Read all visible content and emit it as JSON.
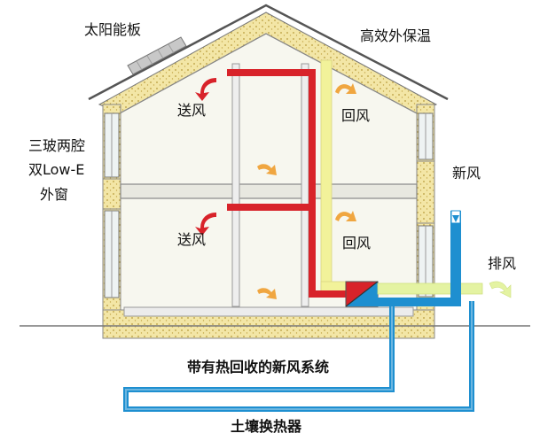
{
  "labels": {
    "solar_panel": "太阳能板",
    "insulation": "高效外保温",
    "window_line1": "三玻两腔",
    "window_line2": "双Low-E",
    "window_line3": "外窗",
    "supply_upper": "送风",
    "return_upper": "回风",
    "supply_lower": "送风",
    "return_lower": "回风",
    "fresh_air": "新风",
    "exhaust": "排风",
    "system_caption": "带有热回收的新风系统",
    "ground_exchanger": "土壤换热器"
  },
  "colors": {
    "insulation_fill": "#f3e6a6",
    "insulation_dots": "#b89b3c",
    "roof_line": "#555555",
    "supply_duct": "#d8232a",
    "return_duct": "#f2f29a",
    "fresh_duct": "#1e8fd0",
    "airflow_arrow": "#f0a640",
    "wall_interior": "#f7f7ef",
    "heat_exchanger_red": "#d8232a",
    "heat_exchanger_blue": "#1e8fd0"
  }
}
